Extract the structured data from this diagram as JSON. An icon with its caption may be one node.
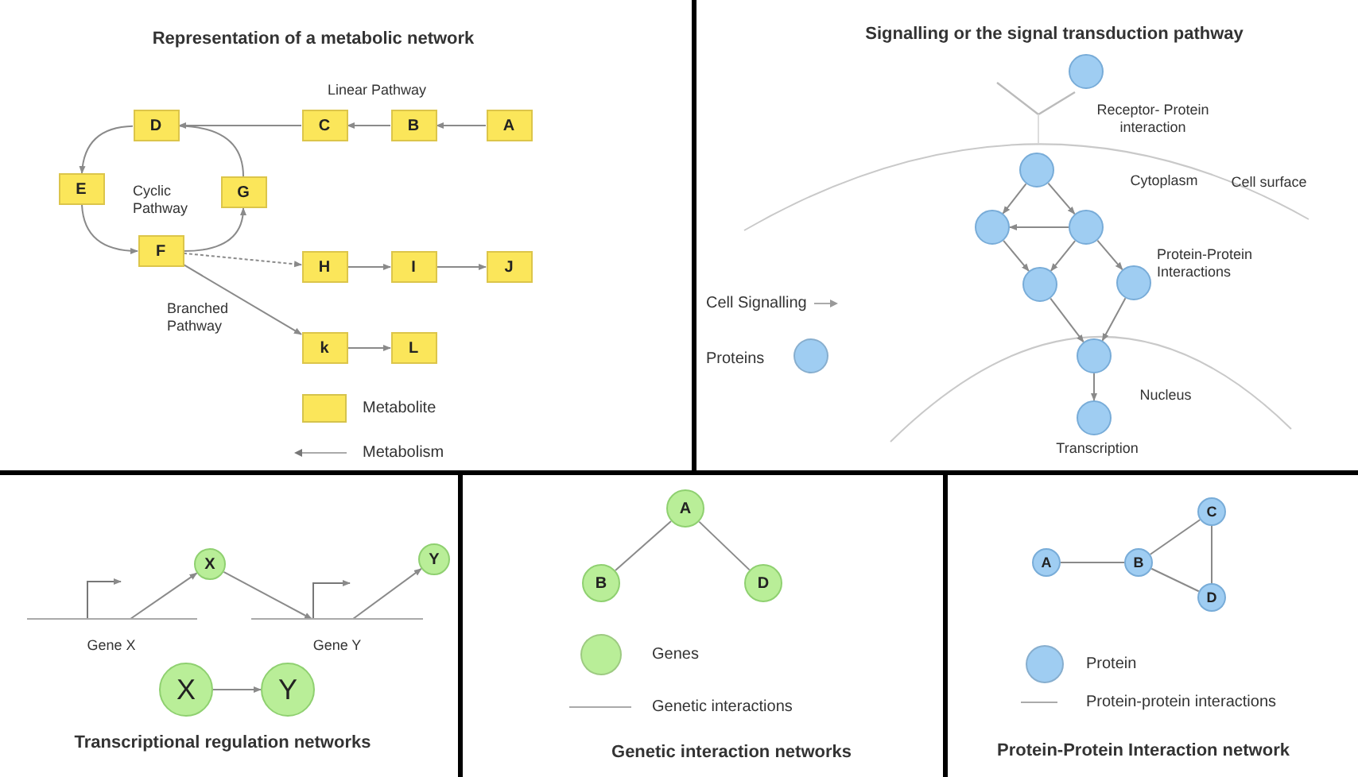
{
  "diagram": {
    "nodes": [
      {
        "text": [
          "D"
        ]
      },
      {
        "text": [
          "C"
        ]
      },
      {
        "text": [
          "B"
        ]
      },
      {
        "text": [
          "A"
        ]
      },
      {
        "text": [
          "E"
        ]
      },
      {
        "text": [
          "G"
        ]
      },
      {
        "text": [
          "F"
        ]
      },
      {
        "text": [
          "H"
        ]
      },
      {
        "text": [
          "I"
        ]
      },
      {
        "text": [
          "J"
        ]
      },
      {
        "text": [
          "k"
        ]
      },
      {
        "text": [
          "L"
        ]
      },
      {
        "text": [],
        "shape": "circle"
      },
      {
        "text": [],
        "shape": "circle"
      },
      {
        "text": [],
        "shape": "circle"
      },
      {
        "text": [],
        "shape": "circle"
      },
      {
        "text": [],
        "shape": "circle"
      },
      {
        "text": [],
        "shape": "circle"
      },
      {
        "text": [],
        "shape": "circle"
      },
      {
        "text": [],
        "shape": "circle",
        "beside": [
          "Transcription"
        ]
      },
      {
        "text": [
          "X"
        ]
      },
      {
        "text": [
          "Y"
        ]
      },
      {
        "text": [
          "Gene X"
        ]
      },
      {
        "text": [
          "Gene Y"
        ]
      },
      {
        "text": [
          "X"
        ]
      },
      {
        "text": [
          "Y"
        ]
      },
      {
        "text": [
          "A"
        ]
      },
      {
        "text": [
          "B"
        ]
      },
      {
        "text": [
          "D"
        ]
      },
      {
        "text": [
          "C"
        ]
      },
      {
        "text": [
          "A"
        ]
      },
      {
        "text": [
          "B"
        ]
      },
      {
        "text": [
          "D"
        ]
      }
    ],
    "edges": [
      {
        "from": 3,
        "to": 2,
        "arrow": "to"
      },
      {
        "from": 2,
        "to": 1,
        "arrow": "to"
      },
      {
        "from": 1,
        "to": 0,
        "arrow": "to"
      },
      {
        "from": 0,
        "to": 4,
        "arrow": "to"
      },
      {
        "from": 4,
        "to": 6,
        "arrow": "to"
      },
      {
        "from": 6,
        "to": 5,
        "arrow": "to"
      },
      {
        "from": 5,
        "to": 0,
        "arrow": "none"
      },
      {
        "from": 6,
        "to": 7,
        "arrow": "to",
        "style": "dashed"
      },
      {
        "from": 6,
        "to": 10,
        "arrow": "to"
      },
      {
        "from": 7,
        "to": 8,
        "arrow": "to"
      },
      {
        "from": 8,
        "to": 9,
        "arrow": "to"
      },
      {
        "from": 10,
        "to": 11,
        "arrow": "to"
      },
      {
        "from": 13,
        "to": 14,
        "arrow": "to"
      },
      {
        "from": 13,
        "to": 15,
        "arrow": "to"
      },
      {
        "from": 15,
        "to": 14,
        "arrow": "to"
      },
      {
        "from": 14,
        "to": 16,
        "arrow": "to"
      },
      {
        "from": 15,
        "to": 16,
        "arrow": "to"
      },
      {
        "from": 15,
        "to": 17,
        "arrow": "to"
      },
      {
        "from": 16,
        "to": 18,
        "arrow": "to"
      },
      {
        "from": 17,
        "to": 18,
        "arrow": "to"
      },
      {
        "from": 18,
        "to": 19,
        "arrow": "to"
      },
      {
        "from": 22,
        "to": 20,
        "arrow": "to"
      },
      {
        "from": 20,
        "to": 23,
        "arrow": "to"
      },
      {
        "from": 23,
        "to": 21,
        "arrow": "to"
      },
      {
        "from": 24,
        "to": 25,
        "arrow": "to"
      },
      {
        "from": 26,
        "to": 27,
        "arrow": "none"
      },
      {
        "from": 26,
        "to": 28,
        "arrow": "none"
      },
      {
        "from": 30,
        "to": 31,
        "arrow": "none"
      },
      {
        "from": 31,
        "to": 29,
        "arrow": "none"
      },
      {
        "from": 31,
        "to": 32,
        "arrow": "none"
      },
      {
        "from": 29,
        "to": 32,
        "arrow": "none"
      }
    ],
    "labels": [
      "Representation of a metabolic network",
      "Linear Pathway",
      "Cyclic Pathway",
      "Branched Pathway",
      "Signalling or the signal transduction pathway",
      "Receptor- Protein interaction",
      "Cytoplasm",
      "Cell surface",
      "Protein-Protein Interactions",
      "Nucleus",
      "Transcriptional regulation networks",
      "Genetic interaction networks",
      "Protein-Protein Interaction network"
    ],
    "legend": [
      {
        "text": "Metabolite",
        "color": "#fbe65a"
      },
      {
        "text": "Metabolism"
      },
      {
        "text": "Cell Signalling"
      },
      {
        "text": "Proteins",
        "color": "#9fcdf2"
      },
      {
        "text": "Genes",
        "color": "#b9ee98"
      },
      {
        "text": "Genetic interactions"
      },
      {
        "text": "Protein",
        "color": "#9fcdf2"
      },
      {
        "text": "Protein-protein interactions"
      }
    ]
  }
}
